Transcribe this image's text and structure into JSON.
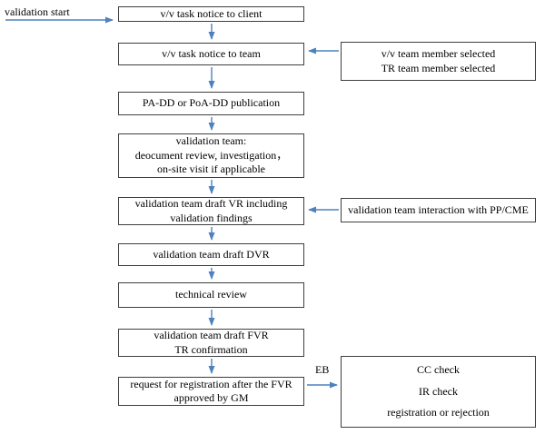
{
  "colors": {
    "arrow_blue": "#4f81bd",
    "box_border": "#3e3e3e",
    "text": "#000000",
    "background": "#ffffff"
  },
  "labels": {
    "start": "validation start",
    "eb": "EB"
  },
  "nodes": {
    "client_notice": {
      "lines": [
        "v/v task notice to client"
      ]
    },
    "team_notice": {
      "lines": [
        "v/v task notice to team"
      ]
    },
    "team_selected": {
      "lines": [
        "v/v team member selected",
        "TR team member selected"
      ]
    },
    "padd_publication": {
      "lines": [
        "PA-DD or PoA-DD publication"
      ]
    },
    "validation_team": {
      "lines": [
        "validation team:",
        "deocument review, investigation，",
        "on-site visit if applicable"
      ]
    },
    "draft_vr": {
      "lines": [
        "validation team draft VR including",
        "validation findings"
      ]
    },
    "pp_cme_interaction": {
      "lines": [
        "validation team interaction with PP/CME"
      ]
    },
    "draft_dvr": {
      "lines": [
        "validation team draft DVR"
      ]
    },
    "technical_review": {
      "lines": [
        "technical review"
      ]
    },
    "draft_fvr": {
      "lines": [
        "validation team draft FVR",
        "TR confirmation"
      ]
    },
    "request_registration": {
      "lines": [
        "request for registration after the FVR",
        "approved by GM"
      ]
    },
    "eb_checks": {
      "lines": [
        "CC check",
        "IR check",
        "registration or rejection"
      ]
    }
  }
}
